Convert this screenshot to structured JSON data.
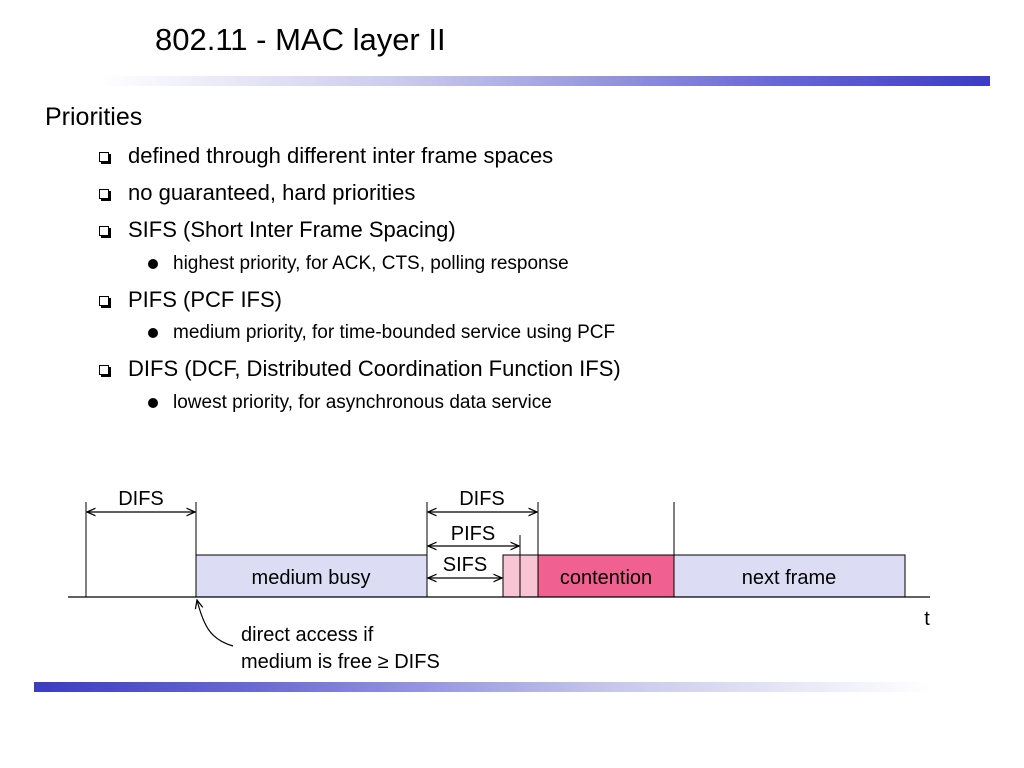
{
  "slide": {
    "title": "802.11 - MAC layer II",
    "heading": "Priorities",
    "bullets": [
      {
        "text": "defined through different inter frame spaces",
        "level": 1
      },
      {
        "text": "no guaranteed, hard priorities",
        "level": 1
      },
      {
        "text": "SIFS (Short Inter Frame Spacing)",
        "level": 1
      },
      {
        "text": "highest priority, for ACK, CTS, polling response",
        "level": 2
      },
      {
        "text": "PIFS (PCF IFS)",
        "level": 1
      },
      {
        "text": "medium priority, for time-bounded service using PCF",
        "level": 2
      },
      {
        "text": "DIFS (DCF, Distributed Coordination Function IFS)",
        "level": 1
      },
      {
        "text": "lowest priority, for asynchronous data service",
        "level": 2
      }
    ]
  },
  "diagram": {
    "labels": {
      "difs_left": "DIFS",
      "difs_right": "DIFS",
      "pifs": "PIFS",
      "sifs": "SIFS",
      "time_axis": "t",
      "note_line1": "direct access if",
      "note_line2": "medium is free ≥ DIFS"
    },
    "blocks": {
      "medium_busy": "medium busy",
      "contention": "contention",
      "next_frame": "next frame"
    },
    "colors": {
      "busy_fill": "#dcdcf5",
      "contention_fill": "#f06090",
      "contention_light": "#f9c4d4",
      "accent": "#3b3bc4"
    }
  }
}
